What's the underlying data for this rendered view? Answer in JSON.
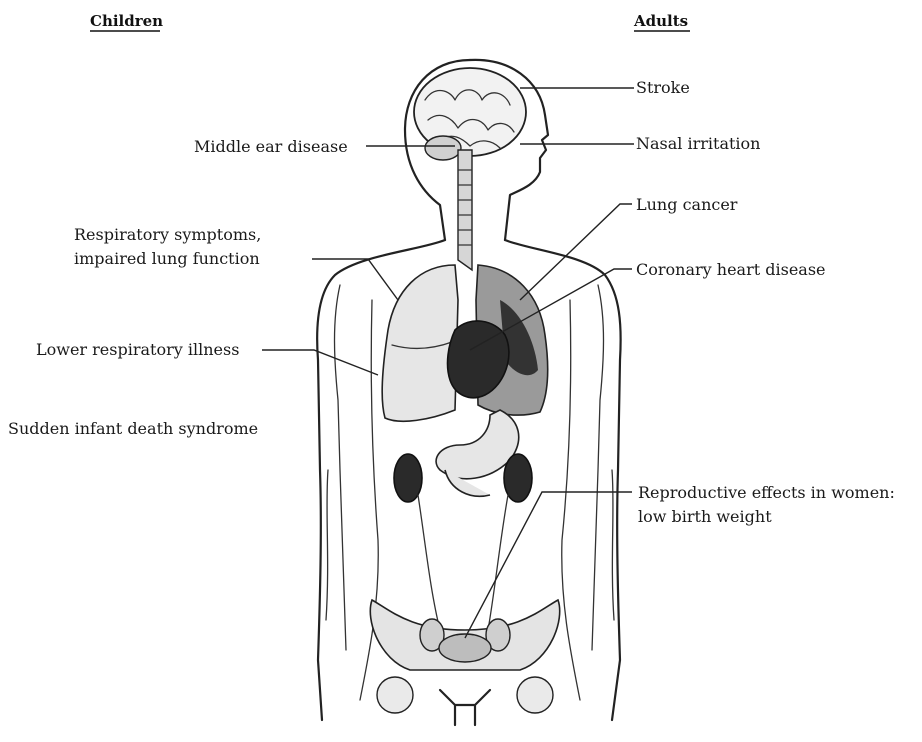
{
  "headers": {
    "children": "Children",
    "adults": "Adults"
  },
  "children_labels": {
    "middle_ear": "Middle ear disease",
    "respiratory_line1": "Respiratory symptoms,",
    "respiratory_line2": "impaired lung function",
    "lower_respiratory": "Lower respiratory illness",
    "sids": "Sudden infant death syndrome"
  },
  "adult_labels": {
    "stroke": "Stroke",
    "nasal": "Nasal irritation",
    "lung_cancer": "Lung cancer",
    "coronary": "Coronary heart disease",
    "reproductive_line1": "Reproductive effects in women:",
    "reproductive_line2": "low birth weight"
  }
}
